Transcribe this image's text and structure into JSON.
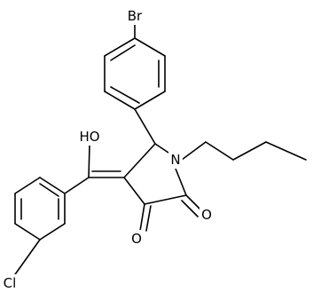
{
  "structure": {
    "atoms": [
      {
        "id": "br",
        "text": "Br"
      },
      {
        "id": "n",
        "text": "N"
      },
      {
        "id": "ho",
        "text": "HO"
      },
      {
        "id": "o-ketone",
        "text": "O"
      },
      {
        "id": "o-lactam",
        "text": "O"
      },
      {
        "id": "cl",
        "text": "Cl"
      }
    ]
  },
  "colors": {
    "bond": "#000000",
    "label": "#000000",
    "background": "#ffffff"
  }
}
